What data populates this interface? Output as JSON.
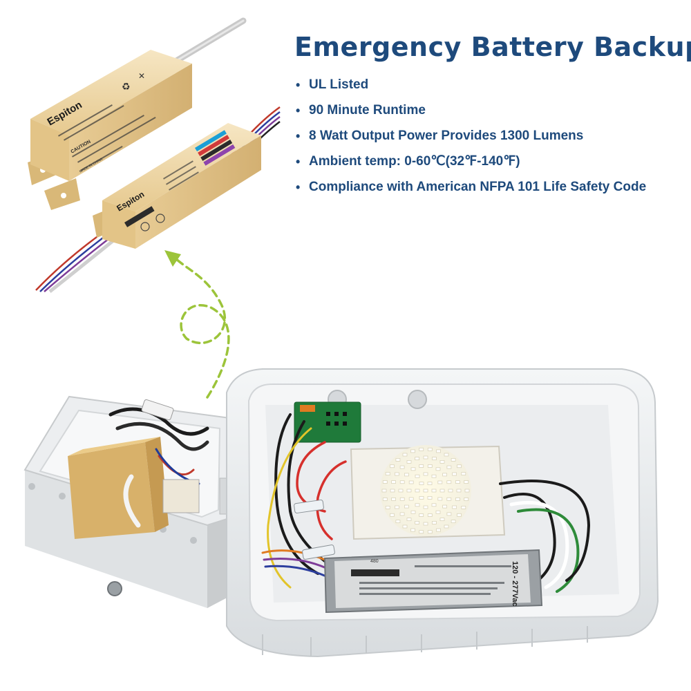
{
  "header": {
    "title": "Emergency Battery Backup"
  },
  "features": [
    "UL Listed",
    "90 Minute Runtime",
    "8 Watt Output Power Provides 1300 Lumens",
    "Ambient temp: 0-60℃(32℉-140℉)",
    "Compliance with American NFPA 101 Life Safety Code"
  ],
  "product": {
    "brand": "Espiton",
    "warning_label": "CAUTION",
    "origin_label": "MADE IN CHINA",
    "driver_rating": "120 - 277Vac",
    "driver_code": "480"
  },
  "colors": {
    "title": "#1e4a7c",
    "arrow": "#9cc43a",
    "battery_case": "#f0d9ad",
    "enclosure": "#e9ecef"
  }
}
